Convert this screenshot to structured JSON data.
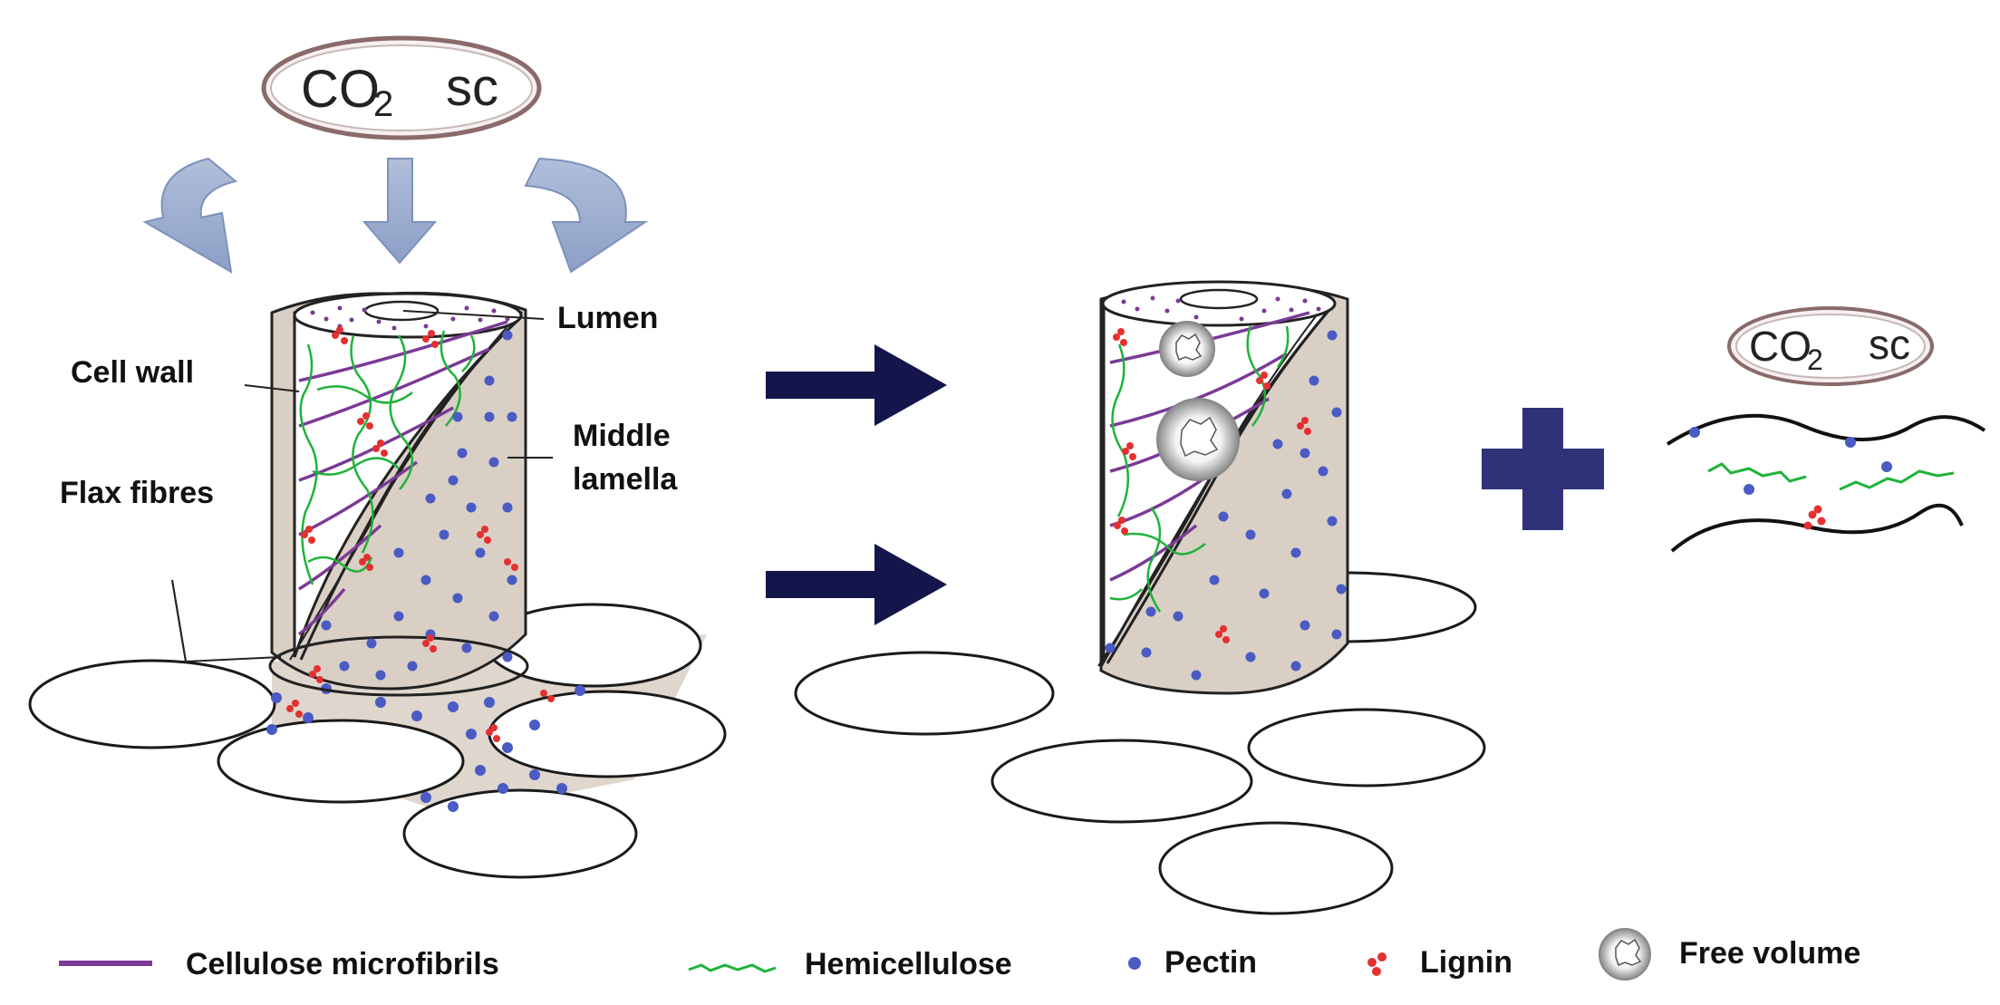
{
  "co2_badges": [
    {
      "main": "CO",
      "sub": "2",
      "suffix": "sc"
    },
    {
      "main": "CO",
      "sub": "2",
      "suffix": "sc"
    }
  ],
  "labels": {
    "lumen": "Lumen",
    "cell_wall": "Cell wall",
    "middle_lamella_1": "Middle",
    "middle_lamella_2": "lamella",
    "flax_fibres": "Flax fibres"
  },
  "legend": [
    {
      "key": "cellulose",
      "label": "Cellulose microfibrils"
    },
    {
      "key": "hemicellulose",
      "label": "Hemicellulose"
    },
    {
      "key": "pectin",
      "label": "Pectin"
    },
    {
      "key": "lignin",
      "label": "Lignin"
    },
    {
      "key": "free_volume",
      "label": "Free volume"
    }
  ],
  "colors": {
    "cellulose": "#7b3a96",
    "hemicellulose": "#1fb33a",
    "pectin": "#4a5bc4",
    "lignin": "#e53030",
    "lamella": "#d9cfc5",
    "arrow_dark": "#14154a",
    "plus": "#2f3278",
    "curved_arrow": "#8fa3c8"
  }
}
